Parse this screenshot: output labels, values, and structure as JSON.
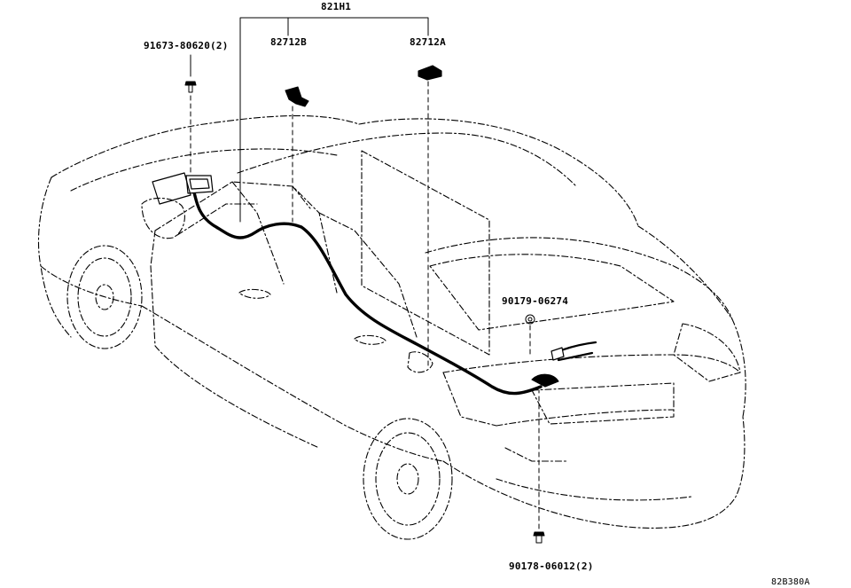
{
  "diagram": {
    "labels": {
      "harness_assembly": "821H1",
      "connector_b": "82712B",
      "connector_a": "82712A",
      "screw_top": "91673-80620(2)",
      "nut_mid": "90179-06274",
      "clip_bottom": "90178-06012(2)"
    },
    "illustration_ref": "82B380A"
  }
}
